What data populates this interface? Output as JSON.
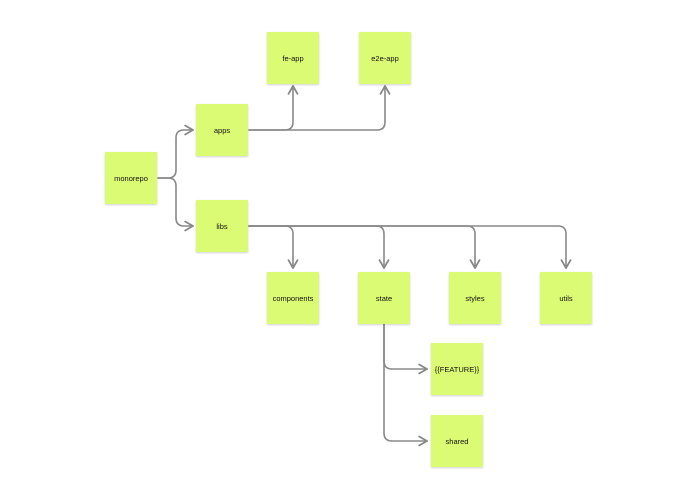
{
  "colors": {
    "node_fill": "#dcfb74",
    "edge": "#888888",
    "background": "#ffffff"
  },
  "nodes": {
    "monorepo": "monorepo",
    "apps": "apps",
    "libs": "libs",
    "fe_app": "fe-app",
    "e2e_app": "e2e-app",
    "components": "components",
    "state": "state",
    "styles": "styles",
    "utils": "utils",
    "feature": "{{FEATURE}}",
    "shared": "shared"
  }
}
